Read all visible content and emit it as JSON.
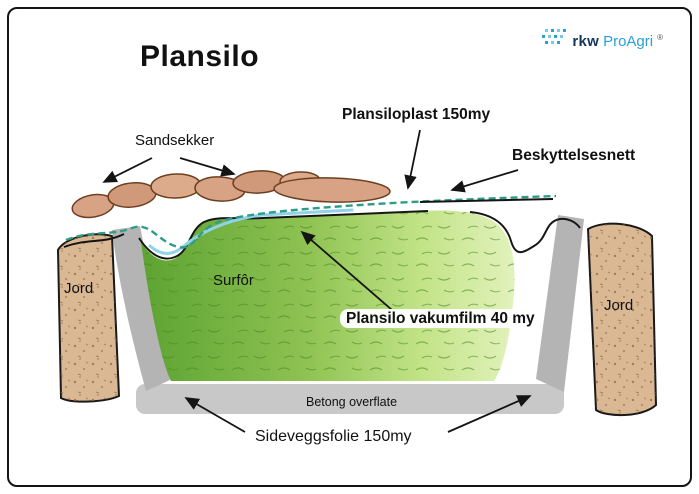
{
  "title": "Plansilo",
  "logo": {
    "brand_bold": "rkw",
    "brand_light": "ProAgri",
    "registered": "®"
  },
  "labels": {
    "sandbags": "Sandsekker",
    "top_film": "Plansiloplast 150my",
    "protection_net": "Beskyttelsesnett",
    "soil_left": "Jord",
    "soil_right": "Jord",
    "silage": "Surfôr",
    "vacuum_film": "Plansilo vakumfilm 40 my",
    "concrete_surface": "Betong overflate",
    "side_wall_film": "Sideveggsfolie 150my"
  },
  "colors": {
    "soil": "#d9b893",
    "soil_speckle": "#8d6b42",
    "sandbag": "#d8a284",
    "sandbag_outline": "#6d3f20",
    "concrete_wall": "#b4b4b4",
    "concrete_floor": "#c8c8c8",
    "silage_dark": "#5da332",
    "silage_light": "#e2f2bc",
    "net_dash": "#2f9d86",
    "vacuum_film_line": "#8fd2ea",
    "outline": "#141414",
    "logo_blue": "#2b9fd9",
    "logo_dark": "#16355c"
  }
}
